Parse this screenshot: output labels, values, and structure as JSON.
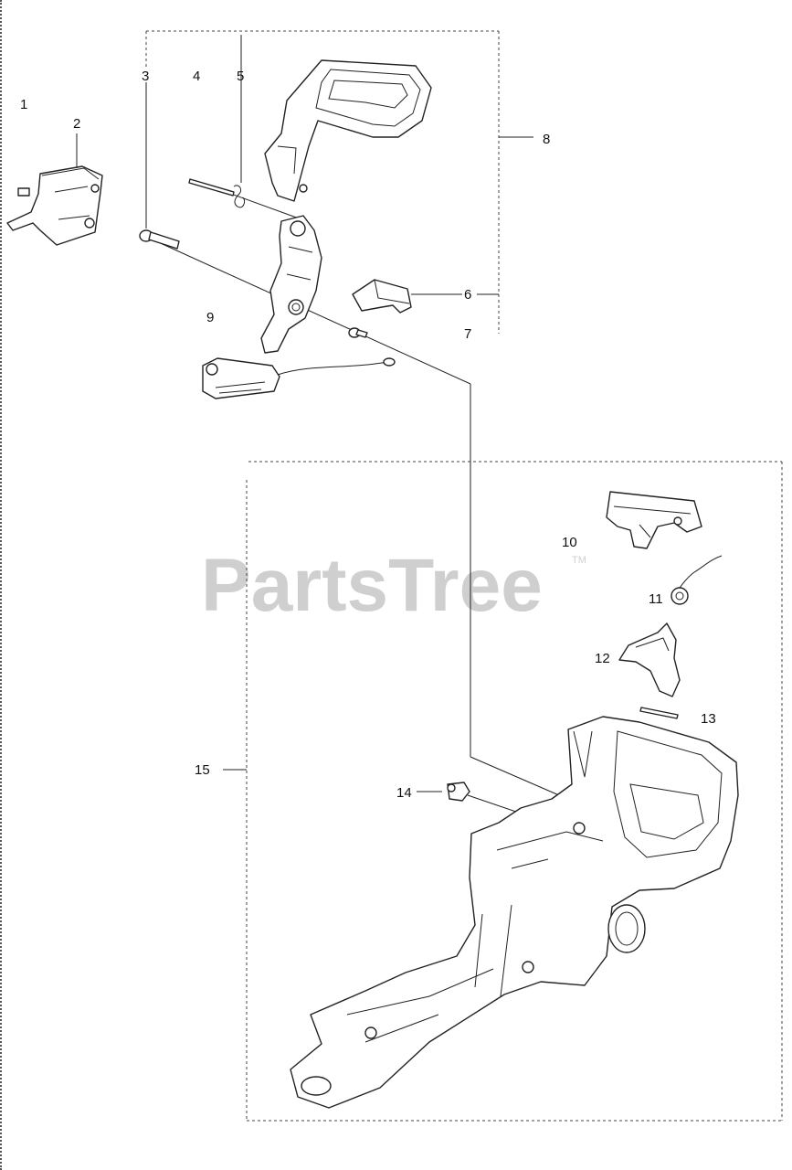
{
  "watermark": {
    "text": "PartsTree",
    "trademark": "TM"
  },
  "callouts": {
    "c1": "1",
    "c2": "2",
    "c3": "3",
    "c4": "4",
    "c5": "5",
    "c6": "6",
    "c7": "7",
    "c8": "8",
    "c9": "9",
    "c10": "10",
    "c11": "11",
    "c12": "12",
    "c13": "13",
    "c14": "14",
    "c15": "15"
  }
}
